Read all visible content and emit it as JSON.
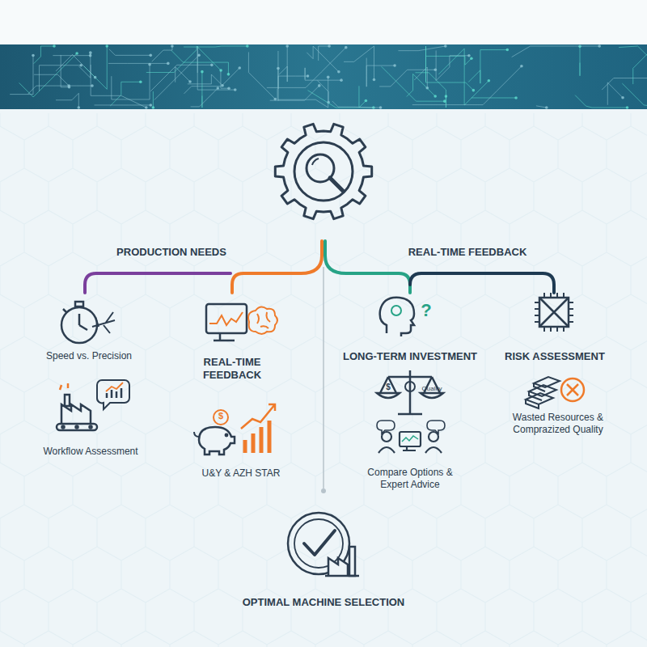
{
  "diagram": {
    "labels": [
      "PRODUCTION NEEDS",
      "REAL-TIME FEEDBACK",
      "Speed vs. Precision",
      "REAL-TIME FEEDBACK",
      "?",
      "LONG-TERM INVESTMENT",
      "RISK ASSESSMENT",
      "$",
      "Quality",
      "Workflow Assessment",
      "$",
      "Compare Options & Expert Advice",
      "Wasted Resources & Comprazized Quality",
      "U&Y & AZH STAR",
      "OPTIMAL MACHINE SELECTION"
    ]
  }
}
